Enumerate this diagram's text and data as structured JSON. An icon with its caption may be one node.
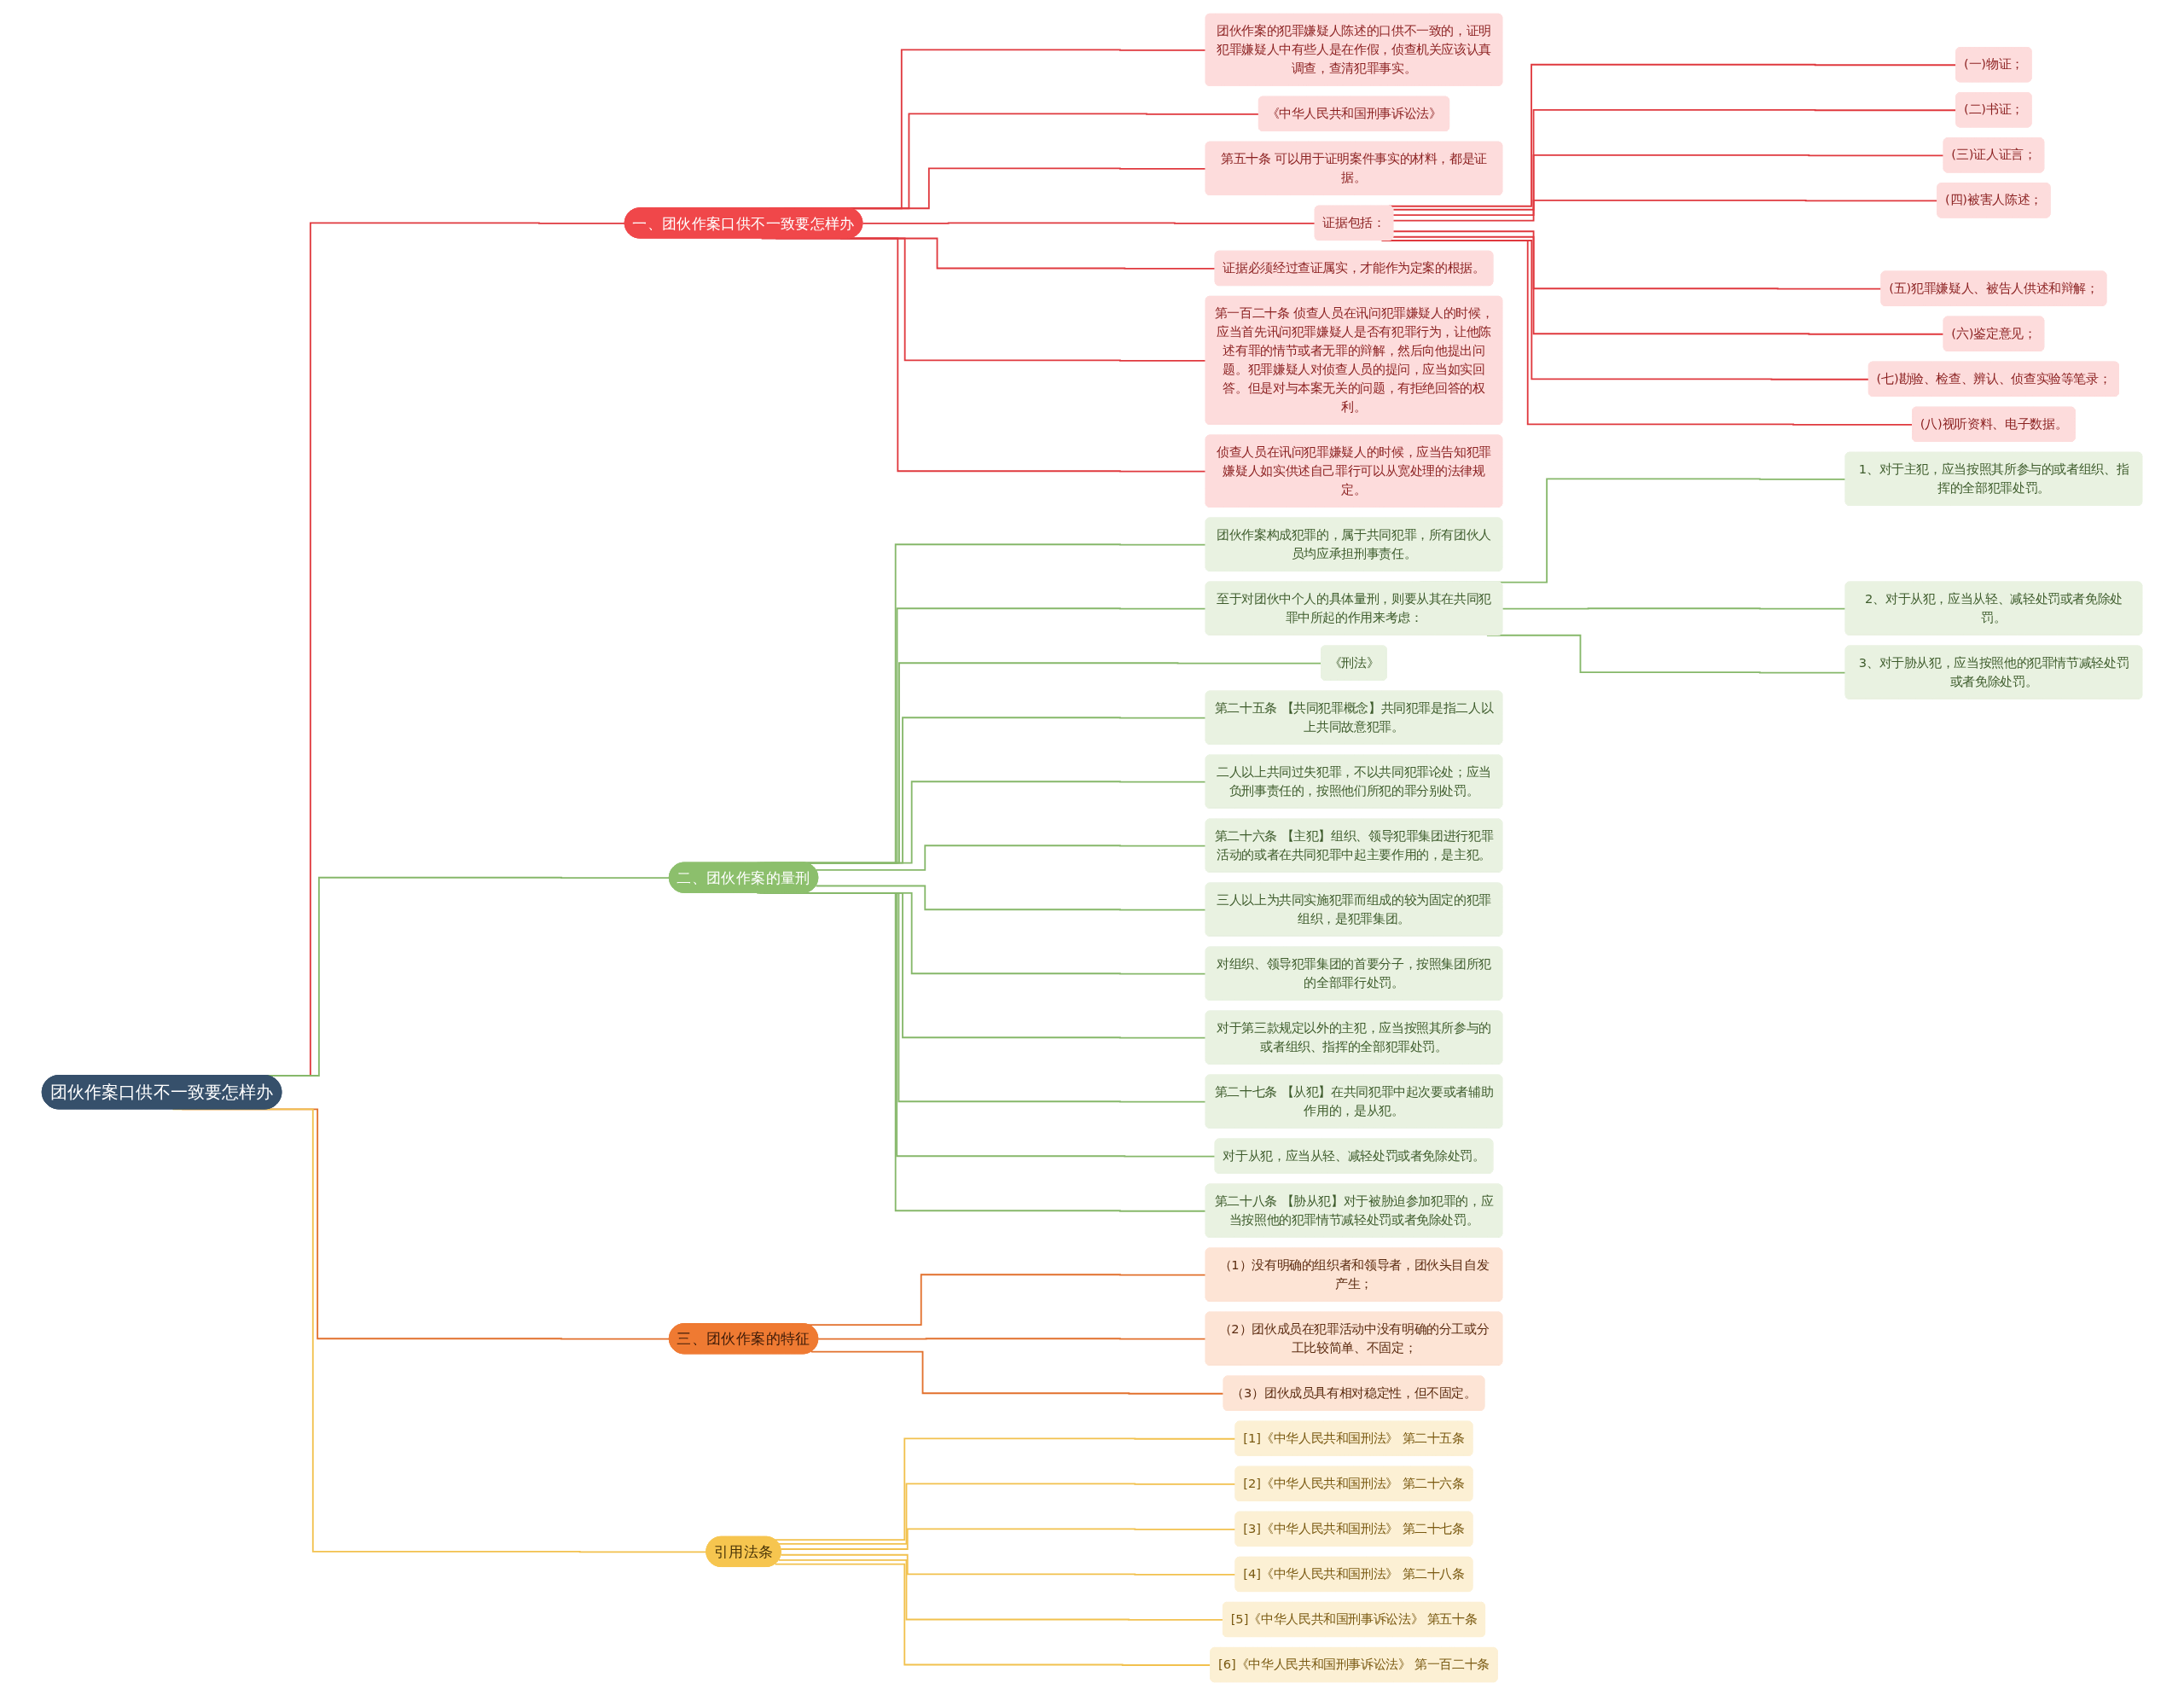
{
  "diagram": {
    "nodes": [
      {
        "text": [
          "团伙作案口供不一致要怎样办"
        ]
      },
      {
        "text": [
          "一、团伙作案口供不一致要怎样办"
        ]
      },
      {
        "text": [
          "团伙作案的犯罪嫌疑人陈述的口供不一致的，证明犯罪嫌疑人中有些人是在作假，侦查机关应该认真调查，查清犯罪事实。"
        ]
      },
      {
        "text": [
          "《中华人民共和国刑事诉讼法》"
        ]
      },
      {
        "text": [
          "第五十条 可以用于证明案件事实的材料，都是证据。"
        ]
      },
      {
        "text": [
          "证据包括："
        ]
      },
      {
        "text": [
          "(一)物证；"
        ]
      },
      {
        "text": [
          "(二)书证；"
        ]
      },
      {
        "text": [
          "(三)证人证言；"
        ]
      },
      {
        "text": [
          "(四)被害人陈述；"
        ]
      },
      {
        "text": [
          "(五)犯罪嫌疑人、被告人供述和辩解；"
        ]
      },
      {
        "text": [
          "(六)鉴定意见；"
        ]
      },
      {
        "text": [
          "(七)勘验、检查、辨认、侦查实验等笔录；"
        ]
      },
      {
        "text": [
          "(八)视听资料、电子数据。"
        ]
      },
      {
        "text": [
          "证据必须经过查证属实，才能作为定案的根据。"
        ]
      },
      {
        "text": [
          "第一百二十条 侦查人员在讯问犯罪嫌疑人的时候，应当首先讯问犯罪嫌疑人是否有犯罪行为，让他陈述有罪的情节或者无罪的辩解，然后向他提出问题。犯罪嫌疑人对侦查人员的提问，应当如实回答。但是对与本案无关的问题，有拒绝回答的权利。"
        ]
      },
      {
        "text": [
          "侦查人员在讯问犯罪嫌疑人的时候，应当告知犯罪嫌疑人如实供述自己罪行可以从宽处理的法律规定。"
        ]
      },
      {
        "text": [
          "二、团伙作案的量刑"
        ]
      },
      {
        "text": [
          "团伙作案构成犯罪的，属于共同犯罪，所有团伙人员均应承担刑事责任。"
        ]
      },
      {
        "text": [
          "至于对团伙中个人的具体量刑，则要从其在共同犯罪中所起的作用来考虑："
        ]
      },
      {
        "text": [
          "1、对于主犯，应当按照其所参与的或者组织、指挥的全部犯罪处罚。"
        ]
      },
      {
        "text": [
          "2、对于从犯，应当从轻、减轻处罚或者免除处罚。"
        ]
      },
      {
        "text": [
          "3、对于胁从犯，应当按照他的犯罪情节减轻处罚或者免除处罚。"
        ]
      },
      {
        "text": [
          "《刑法》"
        ]
      },
      {
        "text": [
          "第二十五条 【共同犯罪概念】共同犯罪是指二人以上共同故意犯罪。"
        ]
      },
      {
        "text": [
          "二人以上共同过失犯罪，不以共同犯罪论处；应当负刑事责任的，按照他们所犯的罪分别处罚。"
        ]
      },
      {
        "text": [
          "第二十六条 【主犯】组织、领导犯罪集团进行犯罪活动的或者在共同犯罪中起主要作用的，是主犯。"
        ]
      },
      {
        "text": [
          "三人以上为共同实施犯罪而组成的较为固定的犯罪组织，是犯罪集团。"
        ]
      },
      {
        "text": [
          "对组织、领导犯罪集团的首要分子，按照集团所犯的全部罪行处罚。"
        ]
      },
      {
        "text": [
          "对于第三款规定以外的主犯，应当按照其所参与的或者组织、指挥的全部犯罪处罚。"
        ]
      },
      {
        "text": [
          "第二十七条 【从犯】在共同犯罪中起次要或者辅助作用的，是从犯。"
        ]
      },
      {
        "text": [
          "对于从犯，应当从轻、减轻处罚或者免除处罚。"
        ]
      },
      {
        "text": [
          "第二十八条 【胁从犯】对于被胁迫参加犯罪的，应当按照他的犯罪情节减轻处罚或者免除处罚。"
        ]
      },
      {
        "text": [
          "三、团伙作案的特征"
        ]
      },
      {
        "text": [
          "（1）没有明确的组织者和领导者，团伙头目自发产生；"
        ]
      },
      {
        "text": [
          "（2）团伙成员在犯罪活动中没有明确的分工或分工比较简单、不固定；"
        ]
      },
      {
        "text": [
          "（3）团伙成员具有相对稳定性，但不固定。"
        ]
      },
      {
        "text": [
          "引用法条"
        ]
      },
      {
        "text": [
          "[1]《中华人民共和国刑法》 第二十五条"
        ]
      },
      {
        "text": [
          "[2]《中华人民共和国刑法》 第二十六条"
        ]
      },
      {
        "text": [
          "[3]《中华人民共和国刑法》 第二十七条"
        ]
      },
      {
        "text": [
          "[4]《中华人民共和国刑法》 第二十八条"
        ]
      },
      {
        "text": [
          "[5]《中华人民共和国刑事诉讼法》 第五十条"
        ]
      },
      {
        "text": [
          "[6]《中华人民共和国刑事诉讼法》 第一百二十条"
        ]
      }
    ],
    "edges": [
      {
        "from": 0,
        "to": 1,
        "arrow": "none",
        "color": "#e0393e"
      },
      {
        "from": 1,
        "to": 2,
        "arrow": "none",
        "color": "#e0393e"
      },
      {
        "from": 1,
        "to": 3,
        "arrow": "none",
        "color": "#e0393e"
      },
      {
        "from": 1,
        "to": 4,
        "arrow": "none",
        "color": "#e0393e"
      },
      {
        "from": 1,
        "to": 5,
        "arrow": "none",
        "color": "#e0393e"
      },
      {
        "from": 5,
        "to": 6,
        "arrow": "none",
        "color": "#e0393e"
      },
      {
        "from": 5,
        "to": 7,
        "arrow": "none",
        "color": "#e0393e"
      },
      {
        "from": 5,
        "to": 8,
        "arrow": "none",
        "color": "#e0393e"
      },
      {
        "from": 5,
        "to": 9,
        "arrow": "none",
        "color": "#e0393e"
      },
      {
        "from": 5,
        "to": 10,
        "arrow": "none",
        "color": "#e0393e"
      },
      {
        "from": 5,
        "to": 11,
        "arrow": "none",
        "color": "#e0393e"
      },
      {
        "from": 5,
        "to": 12,
        "arrow": "none",
        "color": "#e0393e"
      },
      {
        "from": 5,
        "to": 13,
        "arrow": "none",
        "color": "#e0393e"
      },
      {
        "from": 1,
        "to": 14,
        "arrow": "none",
        "color": "#e0393e"
      },
      {
        "from": 1,
        "to": 15,
        "arrow": "none",
        "color": "#e0393e"
      },
      {
        "from": 1,
        "to": 16,
        "arrow": "none",
        "color": "#e0393e"
      },
      {
        "from": 0,
        "to": 17,
        "arrow": "none",
        "color": "#86b86a"
      },
      {
        "from": 17,
        "to": 18,
        "arrow": "none",
        "color": "#86b86a"
      },
      {
        "from": 17,
        "to": 19,
        "arrow": "none",
        "color": "#86b86a"
      },
      {
        "from": 19,
        "to": 20,
        "arrow": "none",
        "color": "#86b86a"
      },
      {
        "from": 19,
        "to": 21,
        "arrow": "none",
        "color": "#86b86a"
      },
      {
        "from": 19,
        "to": 22,
        "arrow": "none",
        "color": "#86b86a"
      },
      {
        "from": 17,
        "to": 23,
        "arrow": "none",
        "color": "#86b86a"
      },
      {
        "from": 17,
        "to": 24,
        "arrow": "none",
        "color": "#86b86a"
      },
      {
        "from": 17,
        "to": 25,
        "arrow": "none",
        "color": "#86b86a"
      },
      {
        "from": 17,
        "to": 26,
        "arrow": "none",
        "color": "#86b86a"
      },
      {
        "from": 17,
        "to": 27,
        "arrow": "none",
        "color": "#86b86a"
      },
      {
        "from": 17,
        "to": 28,
        "arrow": "none",
        "color": "#86b86a"
      },
      {
        "from": 17,
        "to": 29,
        "arrow": "none",
        "color": "#86b86a"
      },
      {
        "from": 17,
        "to": 30,
        "arrow": "none",
        "color": "#86b86a"
      },
      {
        "from": 17,
        "to": 31,
        "arrow": "none",
        "color": "#86b86a"
      },
      {
        "from": 17,
        "to": 32,
        "arrow": "none",
        "color": "#86b86a"
      },
      {
        "from": 0,
        "to": 33,
        "arrow": "none",
        "color": "#e2702c"
      },
      {
        "from": 33,
        "to": 34,
        "arrow": "none",
        "color": "#e2702c"
      },
      {
        "from": 33,
        "to": 35,
        "arrow": "none",
        "color": "#e2702c"
      },
      {
        "from": 33,
        "to": 36,
        "arrow": "none",
        "color": "#e2702c"
      },
      {
        "from": 0,
        "to": 37,
        "arrow": "none",
        "color": "#f2c14e"
      },
      {
        "from": 37,
        "to": 38,
        "arrow": "none",
        "color": "#f2c14e"
      },
      {
        "from": 37,
        "to": 39,
        "arrow": "none",
        "color": "#f2c14e"
      },
      {
        "from": 37,
        "to": 40,
        "arrow": "none",
        "color": "#f2c14e"
      },
      {
        "from": 37,
        "to": 41,
        "arrow": "none",
        "color": "#f2c14e"
      },
      {
        "from": 37,
        "to": 42,
        "arrow": "none",
        "color": "#f2c14e"
      },
      {
        "from": 37,
        "to": 43,
        "arrow": "none",
        "color": "#f2c14e"
      }
    ]
  }
}
